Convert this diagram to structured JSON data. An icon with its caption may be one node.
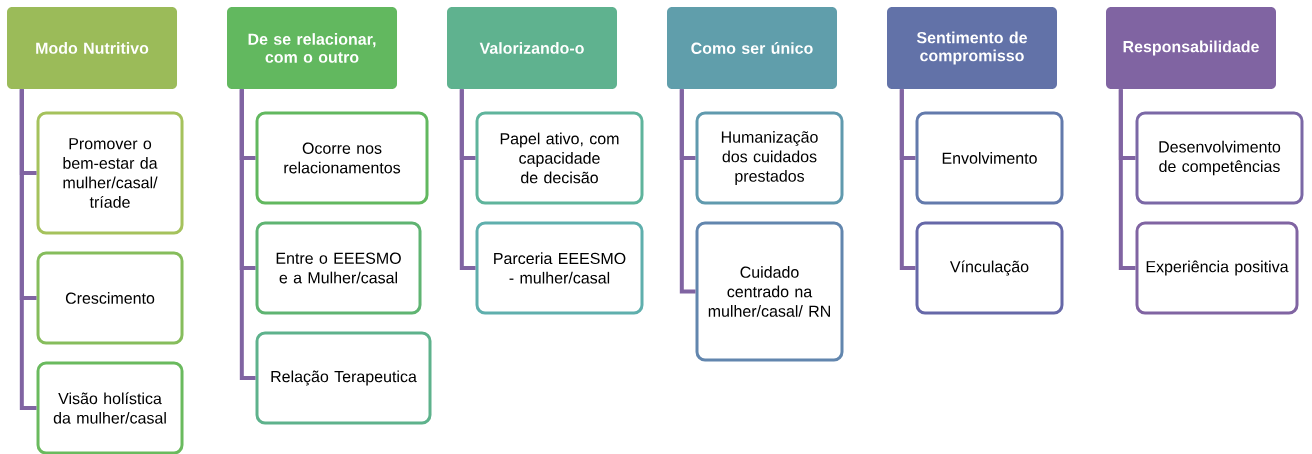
{
  "diagram": {
    "nodes": [
      {
        "text": [
          "Modo Nutritivo"
        ]
      },
      {
        "text": [
          "Promover o bem-estar da mulher/casal/ tríade"
        ]
      },
      {
        "text": [
          "Crescimento"
        ]
      },
      {
        "text": [
          "Visão holística da mulher/casal"
        ]
      },
      {
        "text": [
          "De se relacionar, com o outro"
        ]
      },
      {
        "text": [
          "Ocorre nos relacionamentos"
        ]
      },
      {
        "text": [
          "Entre o EEESMO e a Mulher/casal"
        ]
      },
      {
        "text": [
          "Relação Terapeutica"
        ]
      },
      {
        "text": [
          "Valorizando-o"
        ]
      },
      {
        "text": [
          "Papel ativo, com capacidade de decisão"
        ]
      },
      {
        "text": [
          "Parceria EEESMO - mulher/casal"
        ]
      },
      {
        "text": [
          "Como ser único"
        ]
      },
      {
        "text": [
          "Humanização dos cuidados prestados"
        ]
      },
      {
        "text": [
          "Cuidado centrado na mulher/casal/ RN"
        ]
      },
      {
        "text": [
          "Sentimento de compromisso"
        ]
      },
      {
        "text": [
          "Envolvimento"
        ]
      },
      {
        "text": [
          "Vínculação"
        ]
      },
      {
        "text": [
          "Responsabilidade"
        ]
      },
      {
        "text": [
          "Desenvolvimento de competências"
        ]
      },
      {
        "text": [
          "Experiência positiva"
        ]
      }
    ],
    "edges": [
      {
        "from": 0,
        "to": 1,
        "arrow": "none"
      },
      {
        "from": 0,
        "to": 2,
        "arrow": "none"
      },
      {
        "from": 0,
        "to": 3,
        "arrow": "none"
      },
      {
        "from": 4,
        "to": 5,
        "arrow": "none"
      },
      {
        "from": 4,
        "to": 6,
        "arrow": "none"
      },
      {
        "from": 4,
        "to": 7,
        "arrow": "none"
      },
      {
        "from": 8,
        "to": 9,
        "arrow": "none"
      },
      {
        "from": 8,
        "to": 10,
        "arrow": "none"
      },
      {
        "from": 11,
        "to": 12,
        "arrow": "none"
      },
      {
        "from": 11,
        "to": 13,
        "arrow": "none"
      },
      {
        "from": 14,
        "to": 15,
        "arrow": "none"
      },
      {
        "from": 14,
        "to": 16,
        "arrow": "none"
      },
      {
        "from": 17,
        "to": 18,
        "arrow": "none"
      },
      {
        "from": 17,
        "to": 19,
        "arrow": "none"
      }
    ]
  }
}
